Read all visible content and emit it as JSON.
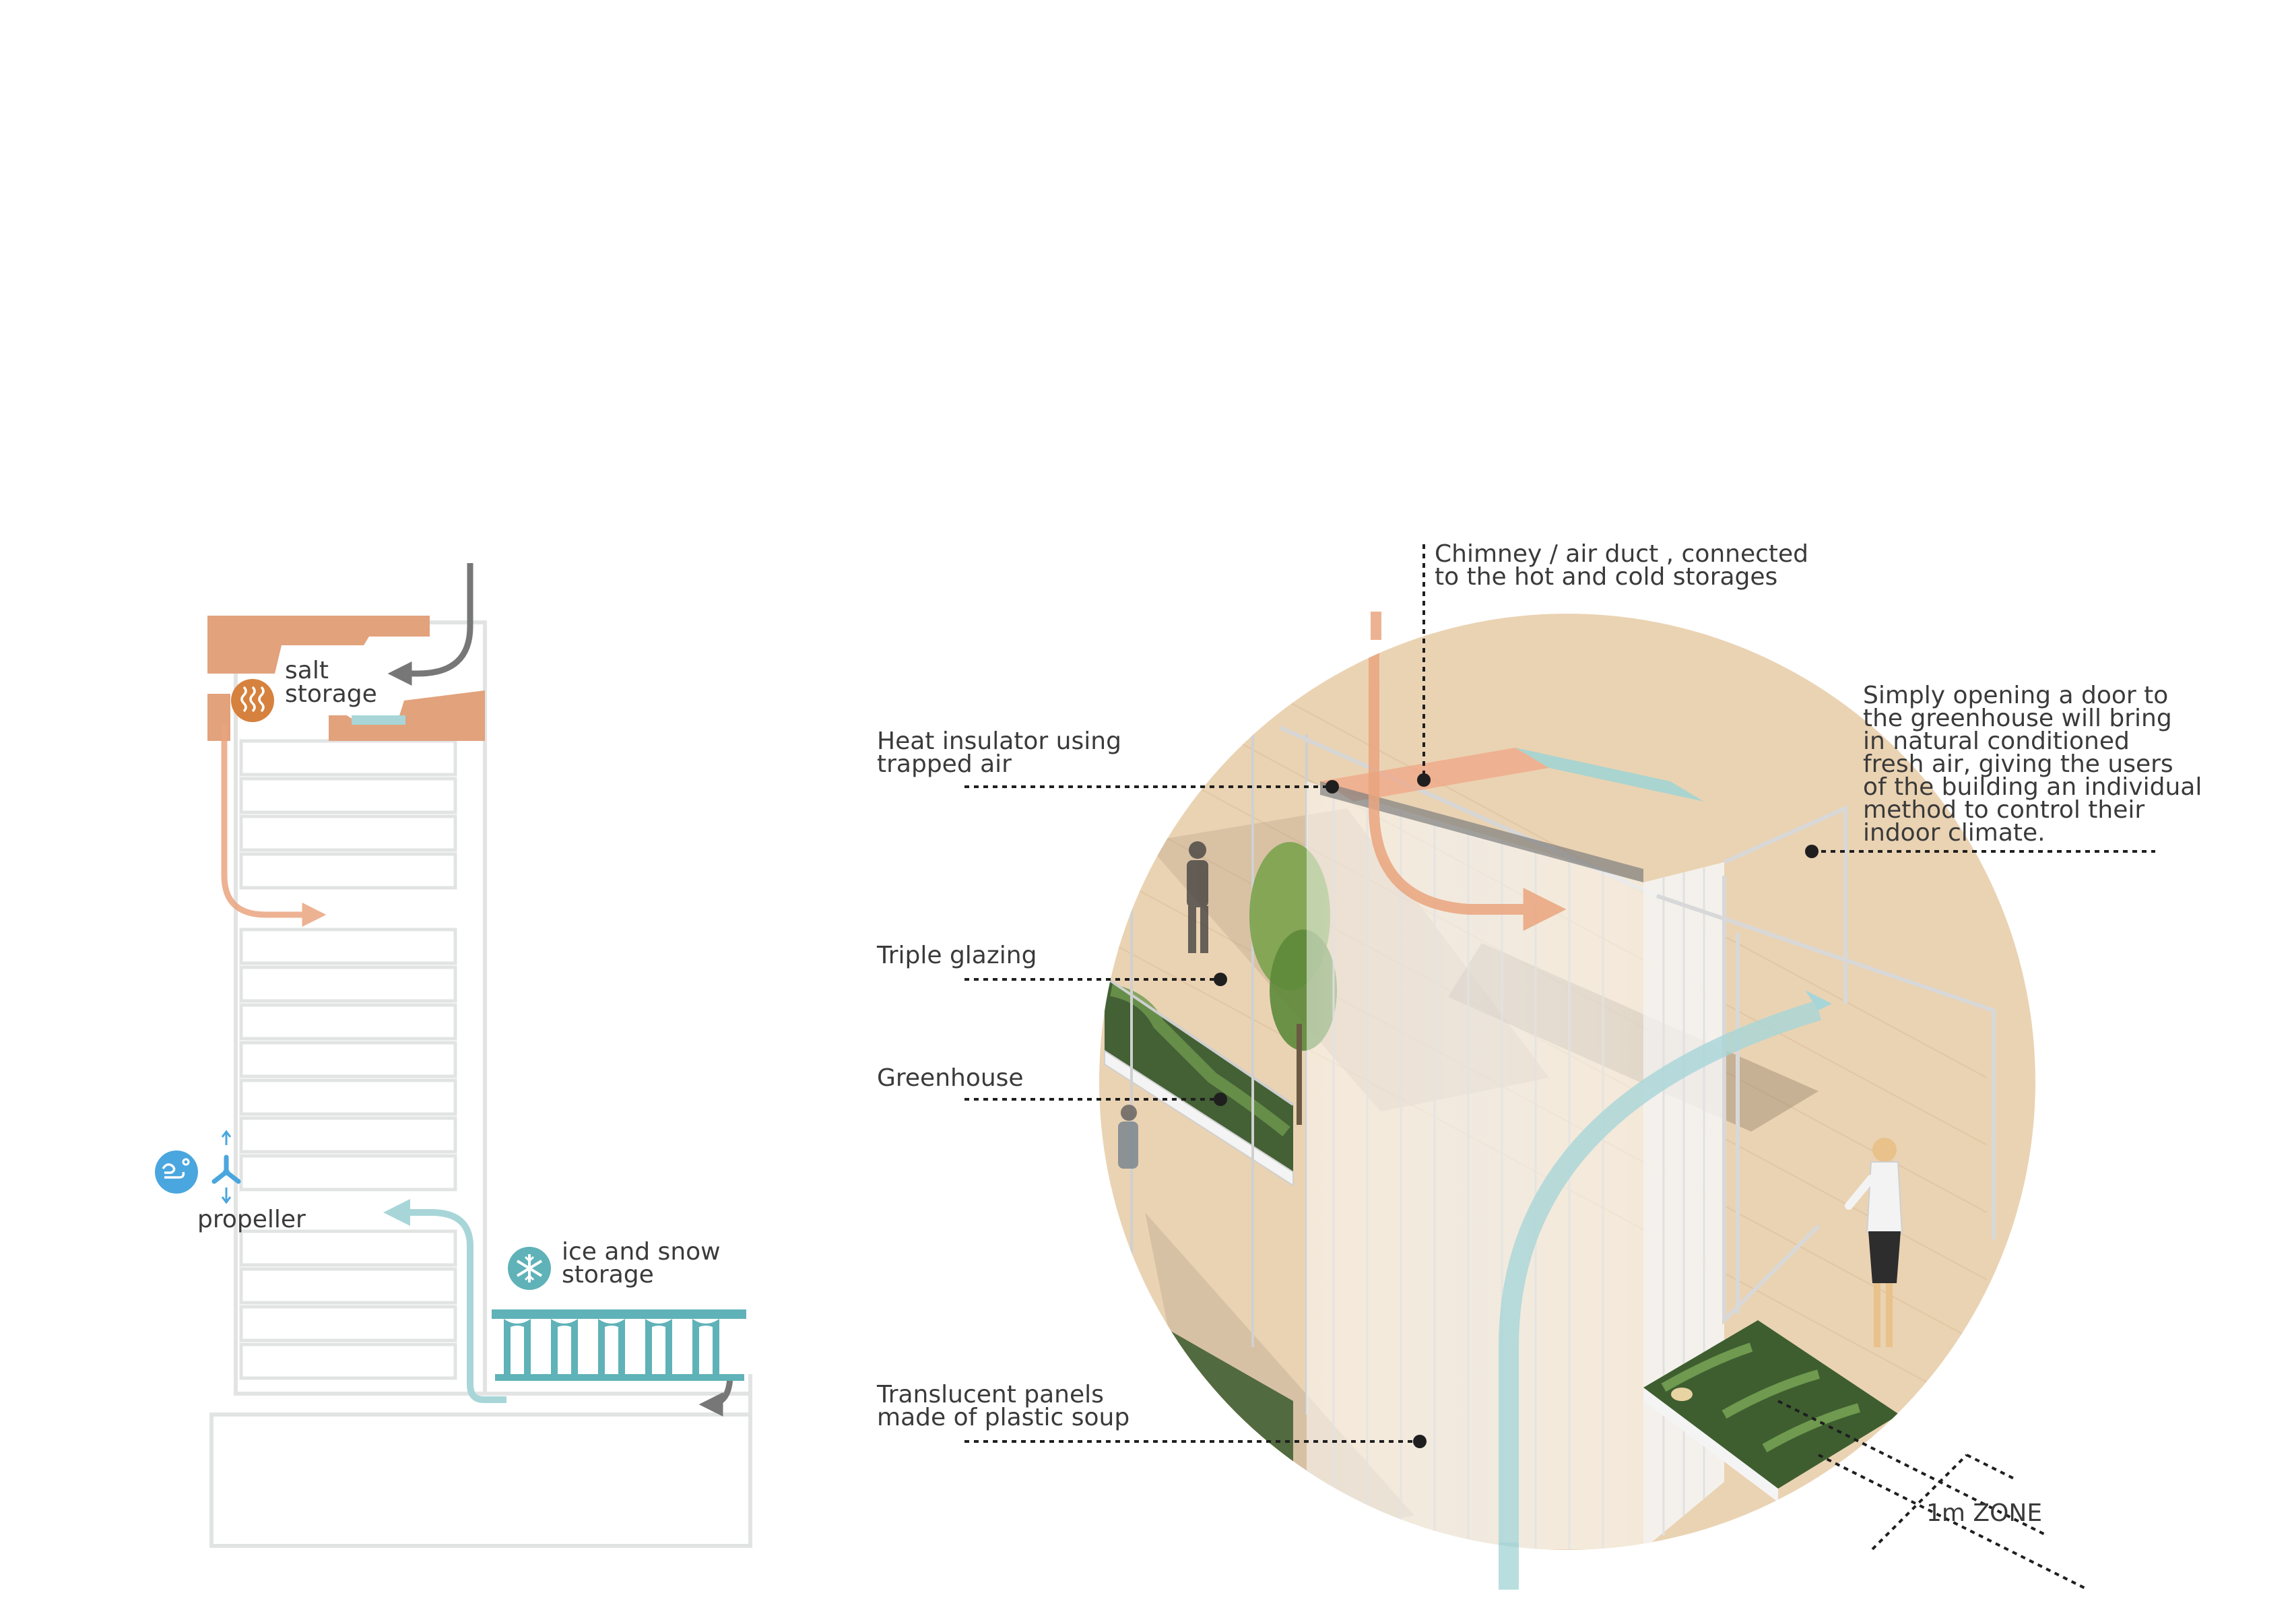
{
  "left_section": {
    "salt_storage": {
      "label_line1": "salt",
      "label_line2": "storage",
      "icon": "heat-waves-icon",
      "color": "#e2a27c"
    },
    "propeller": {
      "label": "propeller",
      "icon": "wind-icon",
      "color": "#4aa6de"
    },
    "ice_storage": {
      "label_line1": "ice and snow",
      "label_line2": "storage",
      "icon": "snowflake-icon",
      "color": "#5fb2b8"
    },
    "warm_air_color": "#eaa57f",
    "cold_air_color": "#a8d6d8",
    "return_air_color": "#777777"
  },
  "right_section": {
    "annotations": {
      "chimney": {
        "line1": "Chimney / air duct , connected",
        "line2": "to the hot and cold storages"
      },
      "heat_insulator": {
        "line1": "Heat insulator using",
        "line2": "trapped air"
      },
      "door": {
        "lines": [
          "Simply opening a door to",
          "the greenhouse will bring",
          "in natural conditioned",
          "fresh air, giving the users",
          "of the building an individual",
          "method to control their",
          "indoor climate."
        ]
      },
      "triple_glazing": {
        "label": "Triple glazing"
      },
      "greenhouse": {
        "label": "Greenhouse"
      },
      "translucent": {
        "line1": "Translucent panels",
        "line2": "made of plastic soup"
      },
      "zone": {
        "label": "1m ZONE"
      }
    },
    "floor_color": "#e9d2b3",
    "plant_color": "#4f7a3a"
  }
}
